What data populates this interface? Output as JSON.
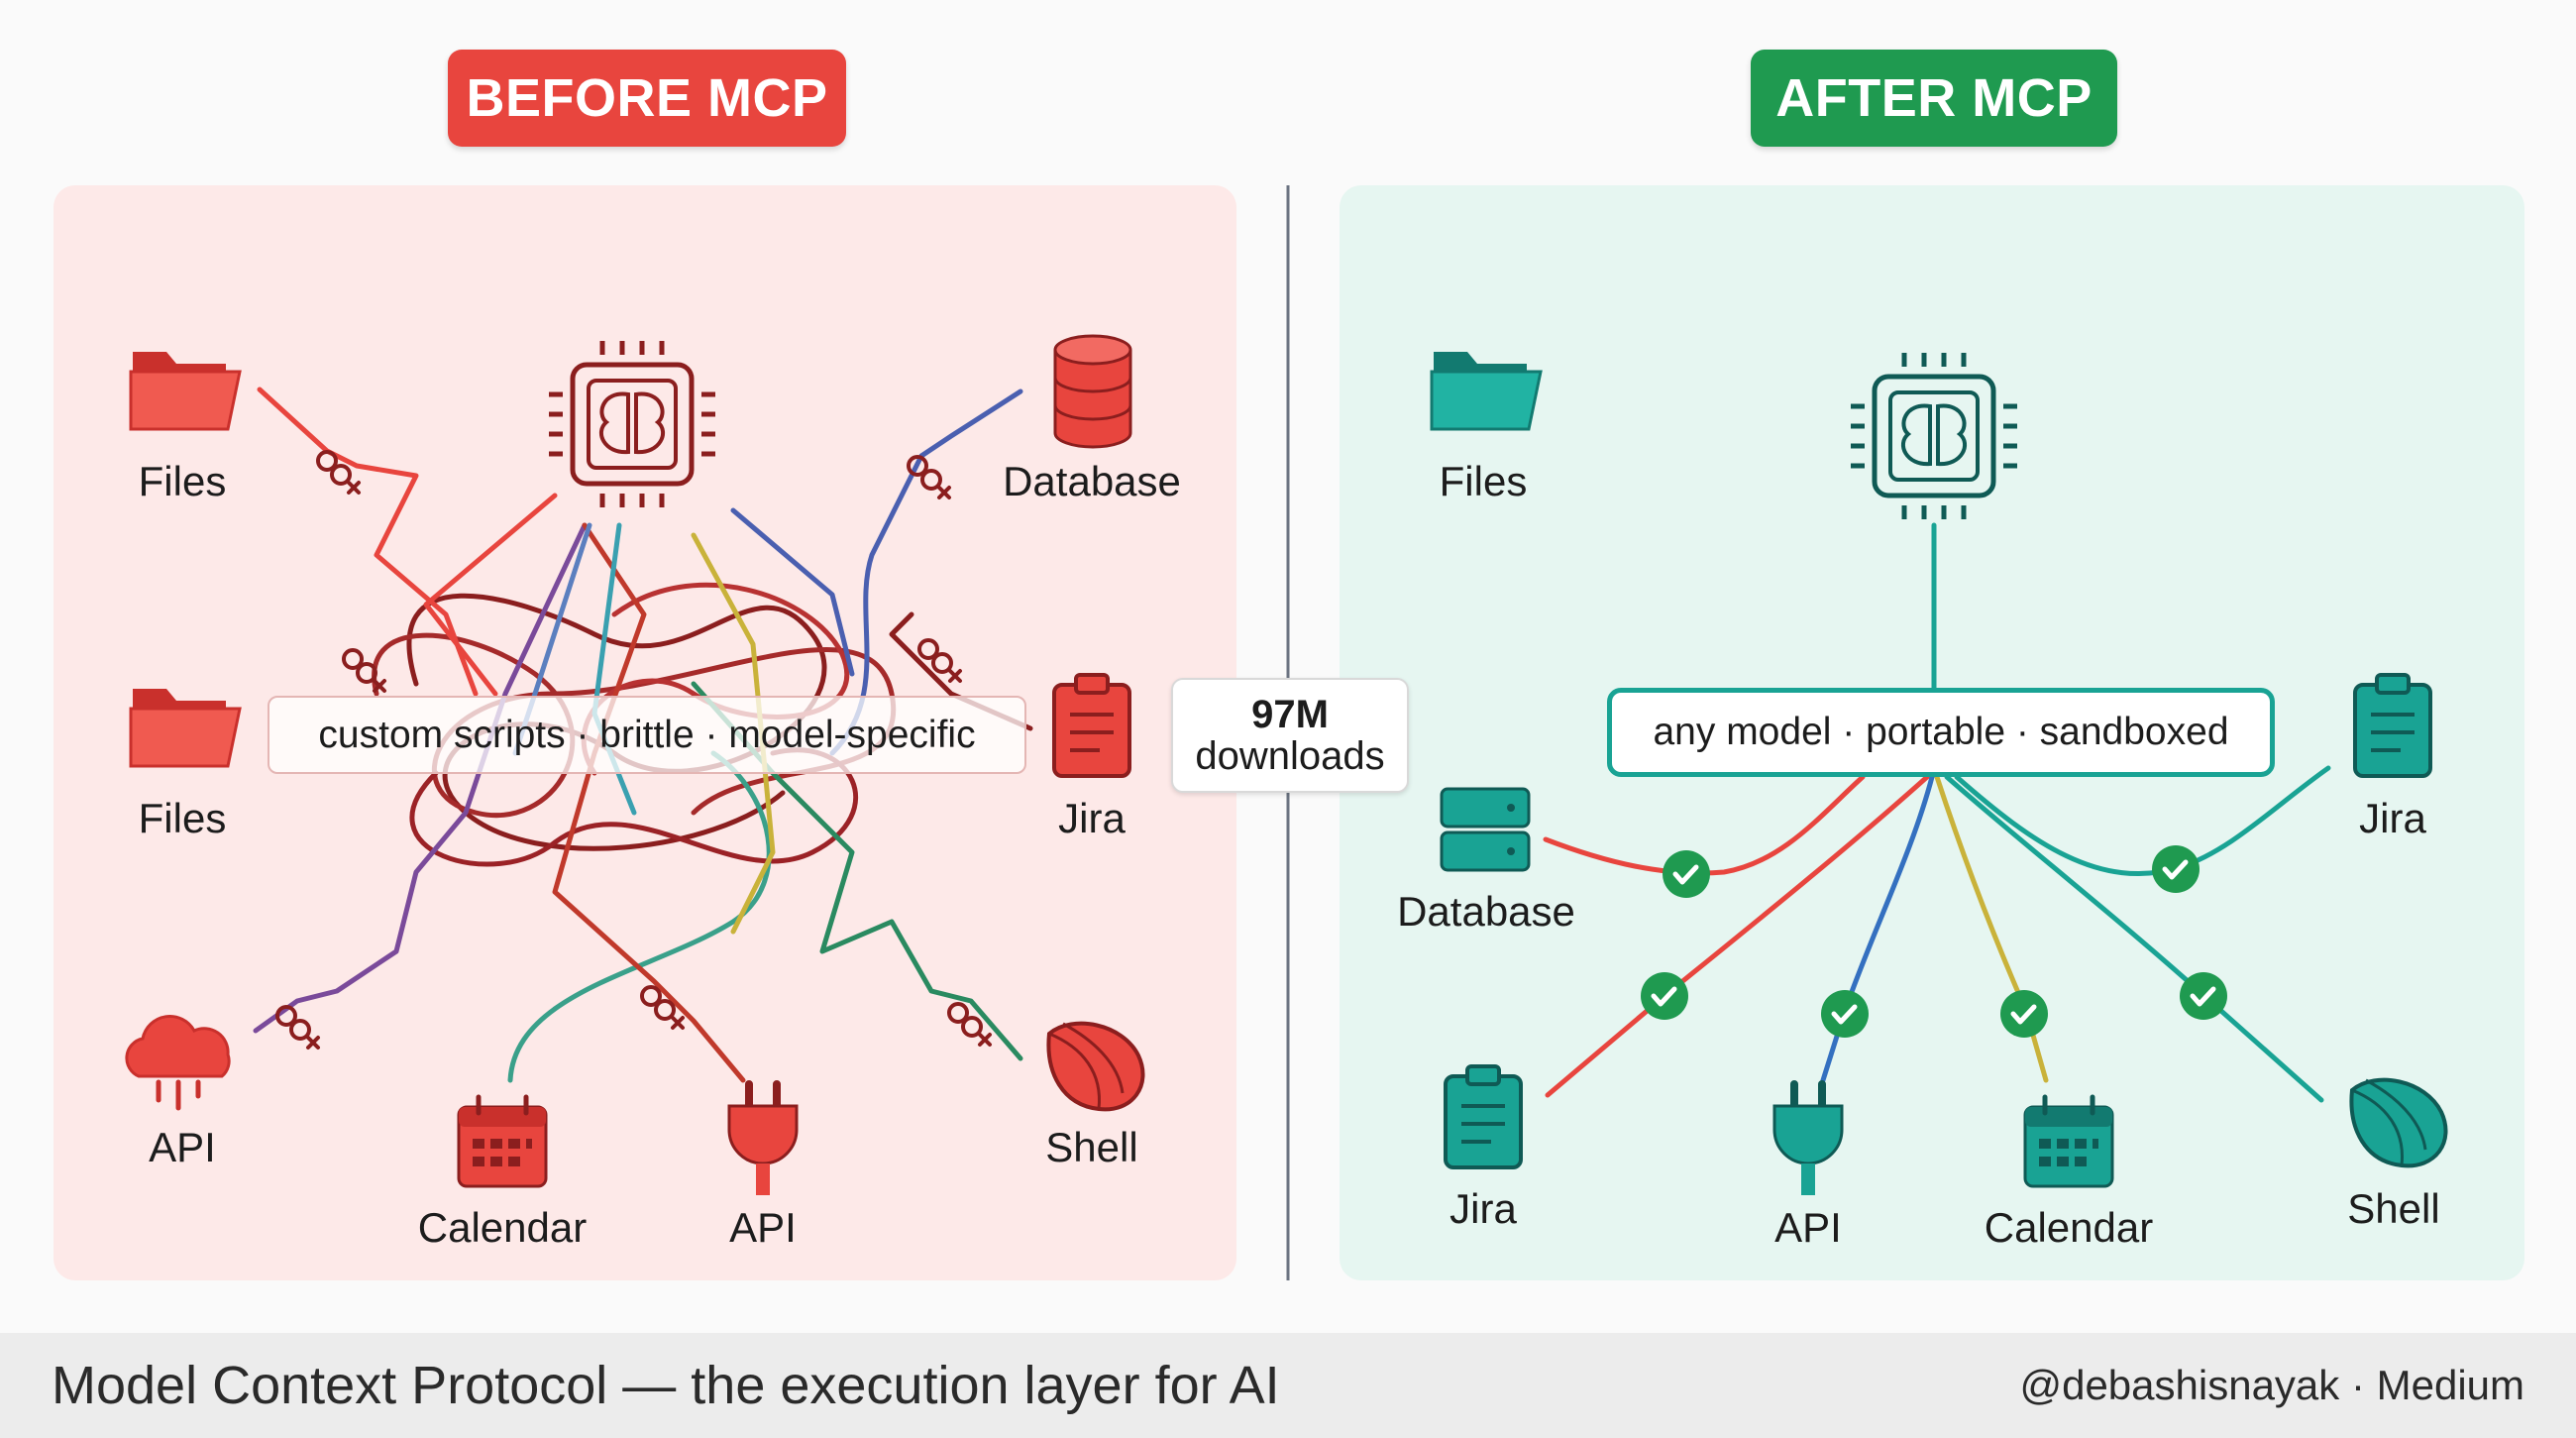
{
  "before": {
    "badge": "BEFORE MCP",
    "caption": "custom scripts · brittle · model-specific",
    "labels": {
      "files_top": "Files",
      "database": "Database",
      "files_mid": "Files",
      "jira": "Jira",
      "api_cloud": "API",
      "calendar": "Calendar",
      "api_plug": "API",
      "shell": "Shell"
    }
  },
  "after": {
    "badge": "AFTER MCP",
    "caption": "any model · portable · sandboxed",
    "labels": {
      "files": "Files",
      "database": "Database",
      "jira_right": "Jira",
      "jira_bottom": "Jira",
      "api": "API",
      "calendar": "Calendar",
      "shell": "Shell"
    }
  },
  "stat": {
    "number": "97M",
    "text": "downloads"
  },
  "footer": {
    "title": "Model Context Protocol — the execution layer for AI",
    "credit": "@debashisnayak · Medium"
  },
  "colors": {
    "before_bg": "#fde9e8",
    "after_bg": "#e6f6f1",
    "red": "#e8453e",
    "green": "#1f9a50",
    "teal": "#19a394",
    "dark_red": "#8b1e1e",
    "dark_teal": "#0f5a55"
  }
}
